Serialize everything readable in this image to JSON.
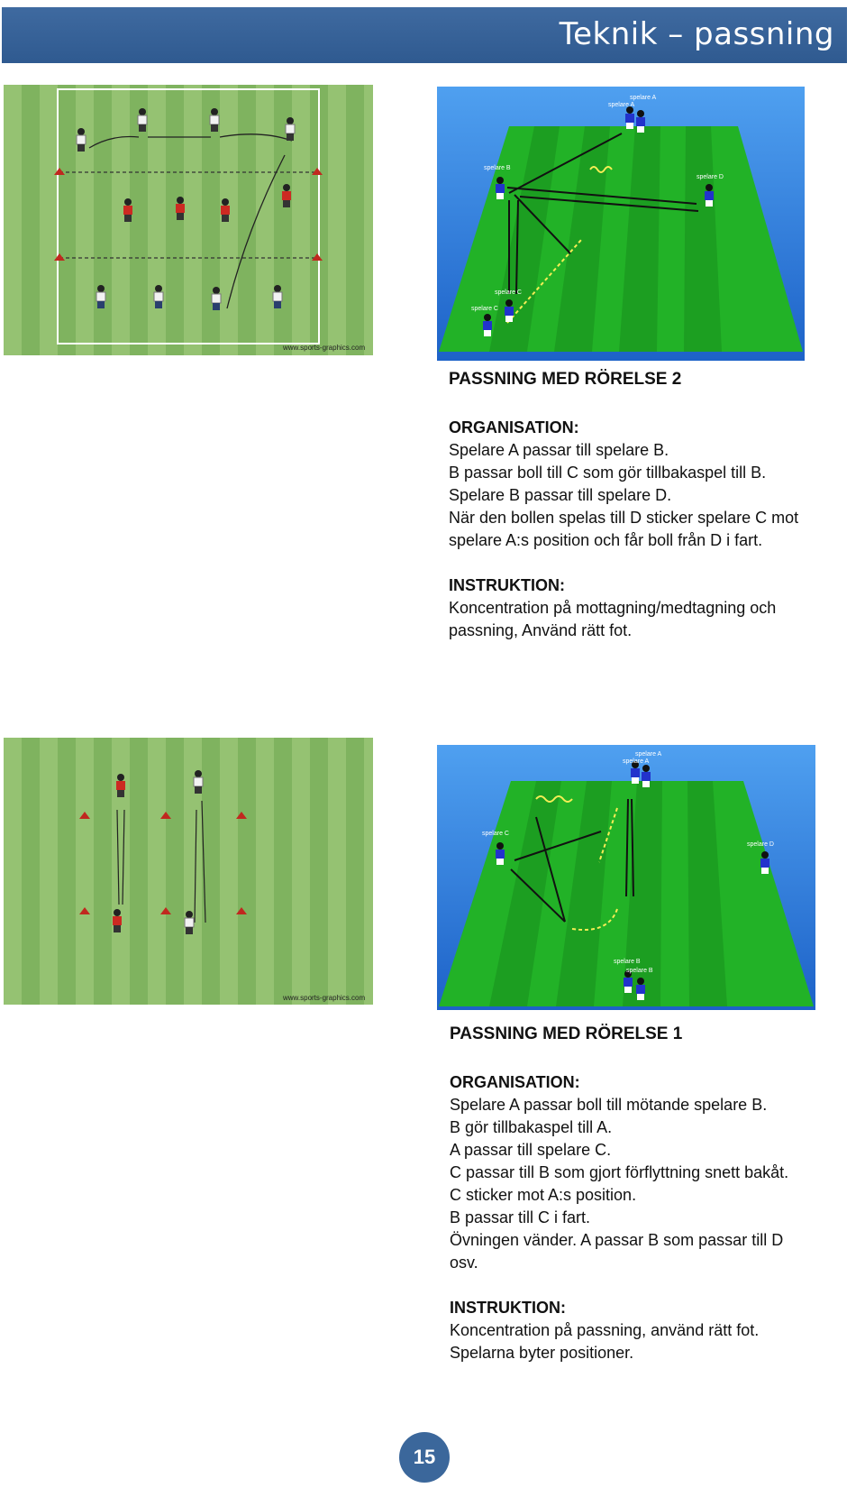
{
  "header": {
    "title": "Teknik – passning"
  },
  "watermark": "www.sports-graphics.com",
  "labels": {
    "spelare_a": "spelare A",
    "spelare_b": "spelare B",
    "spelare_c": "spelare C",
    "spelare_d": "spelare D"
  },
  "exercise2": {
    "title": "PASSNING MED RÖRELSE 2",
    "organisation_heading": "ORGANISATION:",
    "organisation_lines": [
      "Spelare A passar till spelare B.",
      "B passar boll till C som gör tillbakaspel till B.",
      "Spelare B passar till spelare D.",
      "När den bollen spelas till D sticker spelare C mot",
      "spelare A:s position och får boll från D i fart."
    ],
    "instruction_heading": "INSTRUKTION:",
    "instruction_lines": [
      "Koncentration på mottagning/medtagning och",
      "passning, Använd rätt fot."
    ]
  },
  "exercise1": {
    "title": "PASSNING MED RÖRELSE 1",
    "organisation_heading": "ORGANISATION:",
    "organisation_lines": [
      "Spelare A passar boll till mötande spelare B.",
      "B gör tillbakaspel till A.",
      "A passar till spelare C.",
      "C passar till B som gjort förflyttning snett bakåt.",
      "C sticker mot A:s position.",
      "B passar till C i fart.",
      "Övningen vänder. A passar B som passar till D",
      "osv."
    ],
    "instruction_heading": "INSTRUKTION:",
    "instruction_lines": [
      "Koncentration på passning, använd rätt fot.",
      "Spelarna byter positioner."
    ]
  },
  "page_number": "15",
  "colors": {
    "header_bg": "#3b679b",
    "pitch_light": "#95c272",
    "pitch_dark": "#7fb35f",
    "perspective_green": "#22b227",
    "sky_blue": "#2f7fe0"
  }
}
